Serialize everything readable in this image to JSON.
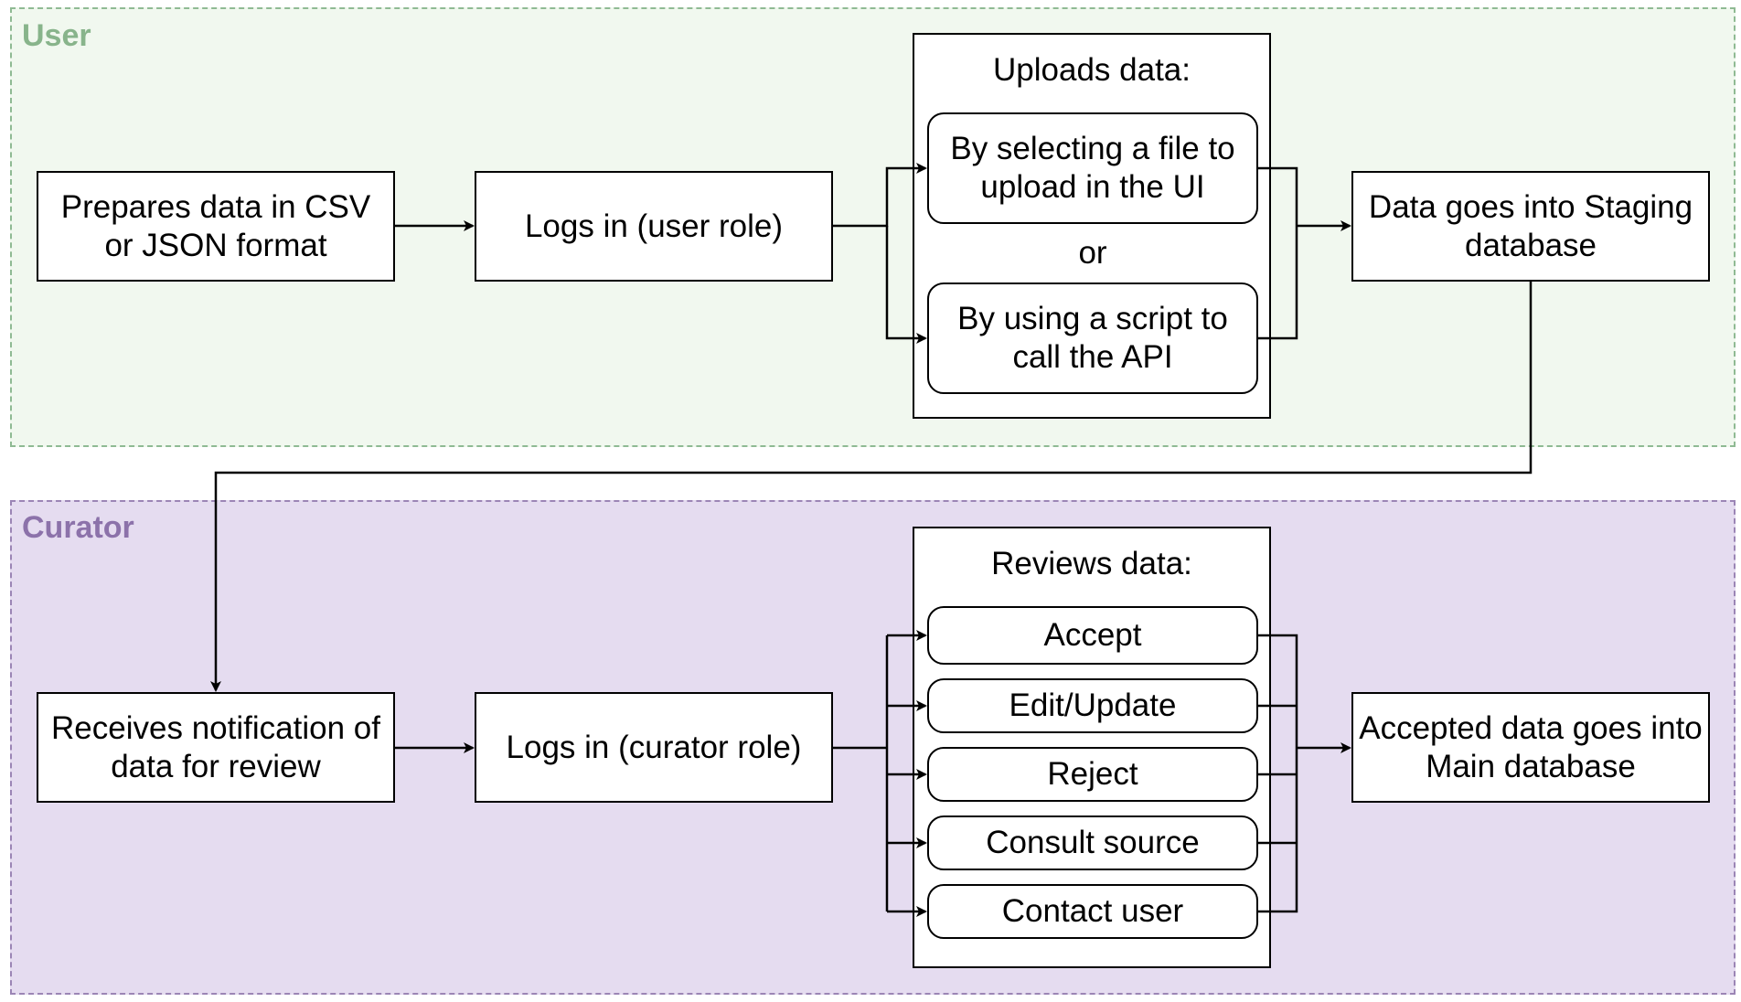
{
  "lanes": {
    "user": {
      "title": "User",
      "color": "#8fba93",
      "fill": "#f1f8ef"
    },
    "curator": {
      "title": "Curator",
      "color": "#9b85b5",
      "fill": "#e5dcf0"
    }
  },
  "user_flow": {
    "prepare": "Prepares data in CSV or JSON format",
    "login": "Logs in (user role)",
    "upload_group": {
      "title": "Uploads data:",
      "option_ui": "By selecting a file to upload in the UI",
      "or": "or",
      "option_api": "By using a script to call the API"
    },
    "staging": "Data goes into Staging database"
  },
  "curator_flow": {
    "notification": "Receives notification of data for review",
    "login": "Logs in (curator role)",
    "review_group": {
      "title": "Reviews data:",
      "actions": [
        "Accept",
        "Edit/Update",
        "Reject",
        "Consult source",
        "Contact user"
      ]
    },
    "main_db": "Accepted data goes into Main database"
  }
}
